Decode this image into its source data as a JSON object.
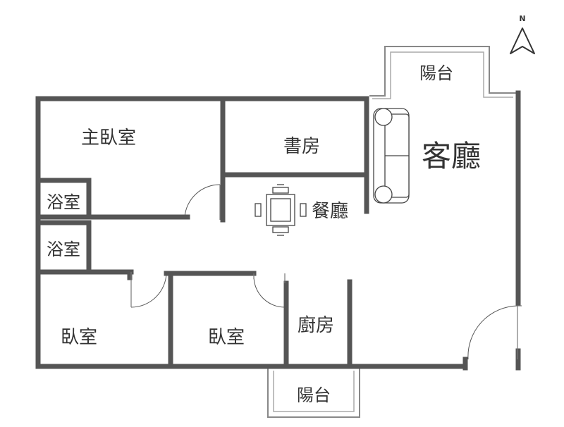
{
  "plan": {
    "rooms": {
      "master_bedroom": "主臥室",
      "study": "書房",
      "living_room": "客廳",
      "dining_room": "餐廳",
      "bathroom_1": "浴室",
      "bathroom_2": "浴室",
      "bedroom_1": "臥室",
      "bedroom_2": "臥室",
      "kitchen": "廚房",
      "balcony_top": "陽台",
      "balcony_bottom": "陽台"
    },
    "compass": {
      "label": "N"
    },
    "furniture": [
      "sofa",
      "dining-table",
      "dining-chairs"
    ]
  }
}
